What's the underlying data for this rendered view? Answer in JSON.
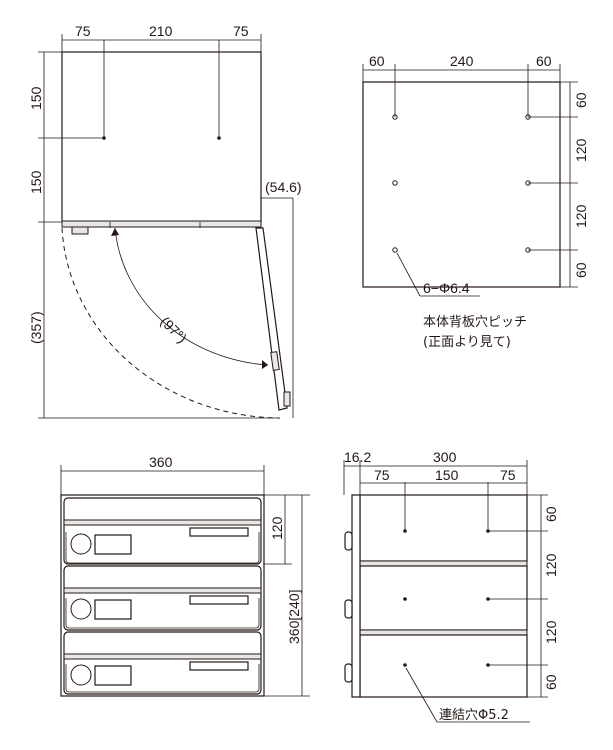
{
  "side_view": {
    "dim_top_left": "75",
    "dim_top_mid": "210",
    "dim_top_right": "75",
    "dim_left_upper": "150",
    "dim_left_lower": "150",
    "dim_left_open": "(357)",
    "dim_open_offset": "(54.6)",
    "angle_label": "(97°)"
  },
  "back_view": {
    "dim_top_left": "60",
    "dim_top_mid": "240",
    "dim_top_right": "60",
    "dim_right_1": "60",
    "dim_right_2": "120",
    "dim_right_3": "120",
    "dim_right_4": "60",
    "hole_callout": "6−Φ6.4",
    "note_line1": "本体背板穴ピッチ",
    "note_line2": "(正面より見て)"
  },
  "front_view": {
    "dim_width": "360",
    "dim_unit_height": "120",
    "dim_total_height": "360[240]"
  },
  "stack_side_view": {
    "dim_offset": "16.2",
    "dim_width": "300",
    "dim_top_left": "75",
    "dim_top_mid": "150",
    "dim_top_right": "75",
    "dim_right_1": "60",
    "dim_right_2": "120",
    "dim_right_3": "120",
    "dim_right_4": "60",
    "hole_callout": "連結穴Φ5.2"
  },
  "colors": {
    "line": "#231815",
    "panel_shade": "#e9e7e6",
    "background": "#ffffff"
  }
}
